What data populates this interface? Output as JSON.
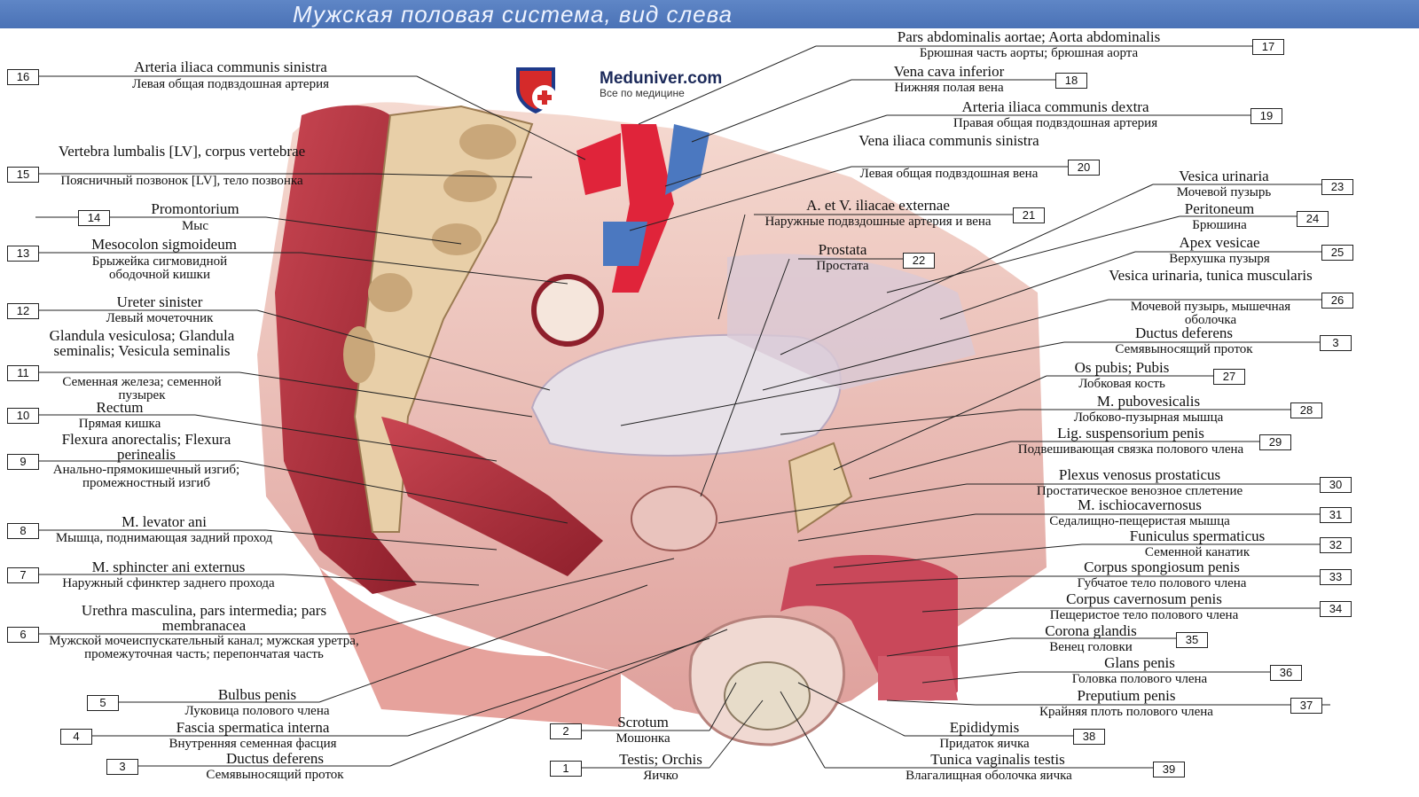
{
  "title": "Мужская половая система, вид слева",
  "logo": {
    "name": "Meduniver.com",
    "tagline": "Все по медицине"
  },
  "colors": {
    "muscle": "#b8323f",
    "artery": "#e0243a",
    "vein": "#4b78c0",
    "bone": "#e8cfa8",
    "bladder": "#e7e1e8",
    "skin": "#e6a29c"
  },
  "labels": [
    {
      "num": "16",
      "lat": "Arteria iliaca communis sinistra",
      "rus": "Левая общая подвздошная артерия"
    },
    {
      "num": "15",
      "lat": "Vertebra lumbalis [LV], corpus vertebrae",
      "rus": "Поясничный позвонок [LV], тело позвонка"
    },
    {
      "num": "14",
      "lat": "Promontorium",
      "rus": "Мыс"
    },
    {
      "num": "13",
      "lat": "Mesocolon sigmoideum",
      "rus": "Брыжейка сигмовидной ободочной кишки"
    },
    {
      "num": "12",
      "lat": "Ureter sinister",
      "rus": "Левый мочеточник"
    },
    {
      "num": "11",
      "lat": "Glandula vesiculosa; Glandula seminalis; Vesicula seminalis",
      "rus": "Семенная железа; семенной пузырек"
    },
    {
      "num": "10",
      "lat": "Rectum",
      "rus": "Прямая кишка"
    },
    {
      "num": "9",
      "lat": "Flexura anorectalis; Flexura perinealis",
      "rus": "Анально-прямокишечный изгиб; промежностный изгиб"
    },
    {
      "num": "8",
      "lat": "M. levator ani",
      "rus": "Мышца, поднимающая задний проход"
    },
    {
      "num": "7",
      "lat": "M. sphincter ani externus",
      "rus": "Наружный сфинктер заднего прохода"
    },
    {
      "num": "6",
      "lat": "Urethra masculina, pars intermedia; pars membranacea",
      "rus": "Мужской мочеиспускательный канал; мужская уретра, промежуточная часть; перепончатая часть"
    },
    {
      "num": "5",
      "lat": "Bulbus penis",
      "rus": "Луковица полового члена"
    },
    {
      "num": "4",
      "lat": "Fascia spermatica interna",
      "rus": "Внутренняя семенная фасция"
    },
    {
      "num": "3",
      "lat": "Ductus deferens",
      "rus": "Семявыносящий проток"
    },
    {
      "num": "2",
      "lat": "Scrotum",
      "rus": "Мошонка"
    },
    {
      "num": "1",
      "lat": "Testis; Orchis",
      "rus": "Яичко"
    },
    {
      "num": "17",
      "lat": "Pars abdominalis aortae; Aorta abdominalis",
      "rus": "Брюшная часть аорты; брюшная аорта"
    },
    {
      "num": "18",
      "lat": "Vena cava inferior",
      "rus": "Нижняя полая вена"
    },
    {
      "num": "19",
      "lat": "Arteria iliaca communis dextra",
      "rus": "Правая общая подвздошная артерия"
    },
    {
      "num": "20",
      "lat": "Vena iliaca communis sinistra",
      "rus": "Левая общая подвздошная вена"
    },
    {
      "num": "21",
      "lat": "A. et V. iliacae externae",
      "rus": "Наружные подвздошные артерия и вена"
    },
    {
      "num": "22",
      "lat": "Prostata",
      "rus": "Простата"
    },
    {
      "num": "23",
      "lat": "Vesica urinaria",
      "rus": "Мочевой пузырь"
    },
    {
      "num": "24",
      "lat": "Peritoneum",
      "rus": "Брюшина"
    },
    {
      "num": "25",
      "lat": "Apex vesicae",
      "rus": "Верхушка пузыря"
    },
    {
      "num": "26",
      "lat": "Vesica urinaria, tunica muscularis",
      "rus": "Мочевой пузырь, мышечная оболочка"
    },
    {
      "num": "3",
      "lat": "Ductus deferens",
      "rus": "Семявыносящий проток"
    },
    {
      "num": "27",
      "lat": "Os pubis; Pubis",
      "rus": "Лобковая кость"
    },
    {
      "num": "28",
      "lat": "M. pubovesicalis",
      "rus": "Лобково-пузырная мышца"
    },
    {
      "num": "29",
      "lat": "Lig. suspensorium penis",
      "rus": "Подвешивающая связка полового члена"
    },
    {
      "num": "30",
      "lat": "Plexus venosus prostaticus",
      "rus": "Простатическое венозное сплетение"
    },
    {
      "num": "31",
      "lat": "M. ischiocavernosus",
      "rus": "Седалищно-пещеристая мышца"
    },
    {
      "num": "32",
      "lat": "Funiculus spermaticus",
      "rus": "Семенной канатик"
    },
    {
      "num": "33",
      "lat": "Corpus spongiosum penis",
      "rus": "Губчатое тело полового члена"
    },
    {
      "num": "34",
      "lat": "Corpus cavernosum penis",
      "rus": "Пещеристое тело полового члена"
    },
    {
      "num": "35",
      "lat": "Corona glandis",
      "rus": "Венец головки"
    },
    {
      "num": "36",
      "lat": "Glans penis",
      "rus": "Головка полового члена"
    },
    {
      "num": "37",
      "lat": "Preputium penis",
      "rus": "Крайняя плоть полового члена"
    },
    {
      "num": "38",
      "lat": "Epididymis",
      "rus": "Придаток яичка"
    },
    {
      "num": "39",
      "lat": "Tunica vaginalis testis",
      "rus": "Влагалищная оболочка яичка"
    }
  ]
}
